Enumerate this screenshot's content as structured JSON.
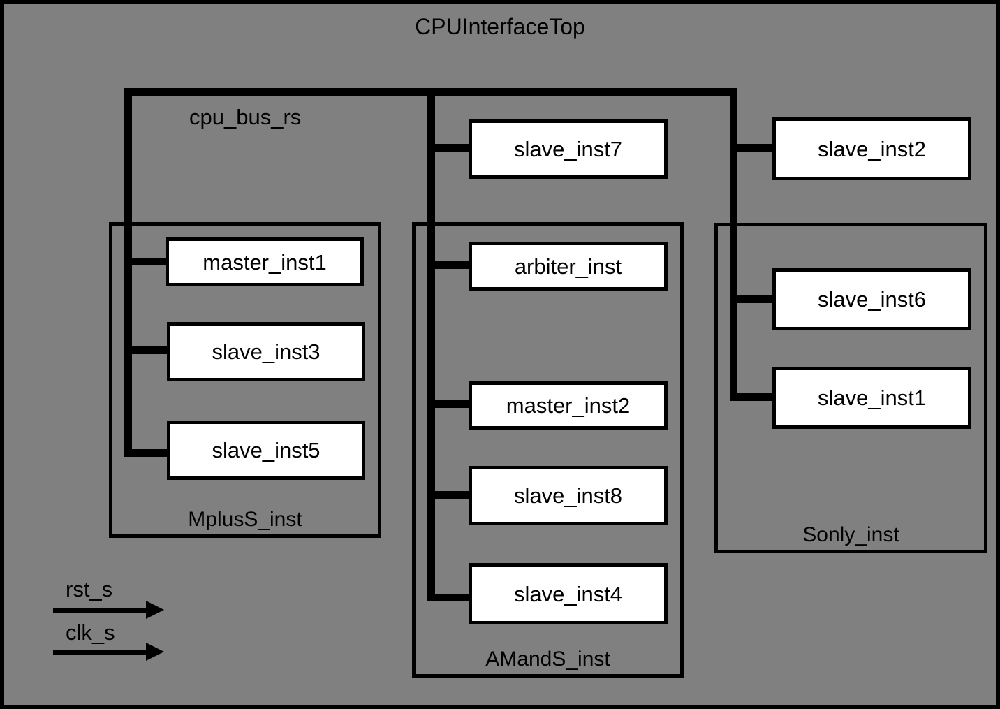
{
  "diagram": {
    "type": "block-diagram",
    "title": "CPUInterfaceTop",
    "bus_label": "cpu_bus_rs",
    "background_color": "#808080",
    "box_fill_color": "#ffffff",
    "line_color": "#000000"
  },
  "groups": [
    {
      "id": "mplus",
      "label": "MplusS_inst"
    },
    {
      "id": "amands",
      "label": "AMandS_inst"
    },
    {
      "id": "sonly",
      "label": "Sonly_inst"
    }
  ],
  "instances": {
    "slave_inst7": "slave_inst7",
    "slave_inst2": "slave_inst2",
    "master_inst1": "master_inst1",
    "slave_inst3": "slave_inst3",
    "slave_inst5": "slave_inst5",
    "arbiter_inst": "arbiter_inst",
    "master_inst2": "master_inst2",
    "slave_inst8": "slave_inst8",
    "slave_inst4": "slave_inst4",
    "slave_inst6": "slave_inst6",
    "slave_inst1": "slave_inst1"
  },
  "signals": [
    {
      "name": "rst_s",
      "label": "rst_s",
      "direction": "in"
    },
    {
      "name": "clk_s",
      "label": "clk_s",
      "direction": "in"
    }
  ],
  "connections": [
    {
      "from": "cpu_bus_rs",
      "to": "master_inst1"
    },
    {
      "from": "cpu_bus_rs",
      "to": "slave_inst3"
    },
    {
      "from": "cpu_bus_rs",
      "to": "slave_inst5"
    },
    {
      "from": "cpu_bus_rs",
      "to": "slave_inst7"
    },
    {
      "from": "cpu_bus_rs",
      "to": "arbiter_inst"
    },
    {
      "from": "cpu_bus_rs",
      "to": "master_inst2"
    },
    {
      "from": "cpu_bus_rs",
      "to": "slave_inst8"
    },
    {
      "from": "cpu_bus_rs",
      "to": "slave_inst4"
    },
    {
      "from": "cpu_bus_rs",
      "to": "slave_inst2"
    },
    {
      "from": "cpu_bus_rs",
      "to": "slave_inst6"
    },
    {
      "from": "cpu_bus_rs",
      "to": "slave_inst1"
    }
  ]
}
